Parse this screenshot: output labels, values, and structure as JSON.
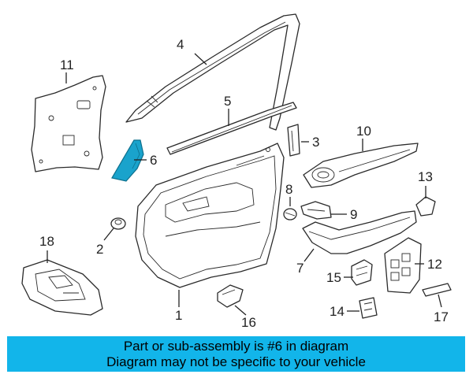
{
  "diagram": {
    "highlight_color": "#1aa3cc",
    "callouts": {
      "c1": "1",
      "c2": "2",
      "c3": "3",
      "c4": "4",
      "c5": "5",
      "c6": "6",
      "c7": "7",
      "c8": "8",
      "c9": "9",
      "c10": "10",
      "c11": "11",
      "c12": "12",
      "c13": "13",
      "c14": "14",
      "c15": "15",
      "c16": "16",
      "c17": "17",
      "c18": "18"
    }
  },
  "banner": {
    "line1": "Part or sub-assembly is #6 in diagram",
    "line2": "Diagram may not be specific to your vehicle",
    "background": "#12b5ea"
  }
}
